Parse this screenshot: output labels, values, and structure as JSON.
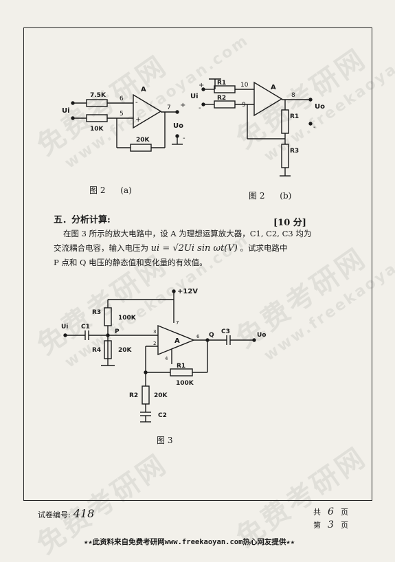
{
  "fig2a": {
    "label_ui": "Ui",
    "r1": "7.5K",
    "r2": "10K",
    "rf": "20K",
    "amp": "A",
    "pin_inv": "6",
    "pin_noninv": "5",
    "pin_out": "7",
    "plus": "+",
    "minus": "-",
    "out_label": "Uo",
    "caption_fig": "图 2",
    "caption_sub": "(a)"
  },
  "fig2b": {
    "label_ui": "Ui",
    "r1": "R1",
    "r2": "R2",
    "rR1": "R1",
    "r3": "R3",
    "amp": "A",
    "pin_inv": "10",
    "pin_noninv": "9",
    "pin_out": "8",
    "plus": "+",
    "minus": "-",
    "out_label": "Uo",
    "caption_fig": "图 2",
    "caption_sub": "(b)"
  },
  "question": {
    "title": "五．分析计算:",
    "score": "[10 分]",
    "line1": "在图 3 所示的放大电路中，设 A 为理想运算放大器，C1, C2, C3 均为",
    "line2_a": "交流耦合电容，输入电压为",
    "line2_math": "ui = √2Ui sin ωt(V)",
    "line2_b": "。试求电路中",
    "line3": "P 点和 Q 电压的静态值和变化量的有效值。"
  },
  "fig3": {
    "vcc": "+12V",
    "r3": "R3",
    "r3_val": "100K",
    "r4": "R4",
    "r4_val": "20K",
    "r1": "R1",
    "r1_val": "100K",
    "r2": "R2",
    "r2_val": "20K",
    "c1": "C1",
    "c2": "C2",
    "c3": "C3",
    "p": "P",
    "q": "Q",
    "ui": "Ui",
    "uo": "Uo",
    "amp": "A",
    "pin3": "3",
    "pin2": "2",
    "pin6": "6",
    "pin7": "7",
    "pin4": "4",
    "caption": "图 3"
  },
  "footer": {
    "exam_label": "试卷编号:",
    "exam_no": "418",
    "total_label_a": "共",
    "total_pages": "6",
    "total_label_b": "页",
    "page_label_a": "第",
    "page_no": "3",
    "page_label_b": "页",
    "banner": "★★此资料来自免费考研网www.freekaoyan.com热心网友提供★★"
  },
  "watermark": {
    "text": "免费考研网",
    "url": "www.freekaoyan.com"
  }
}
